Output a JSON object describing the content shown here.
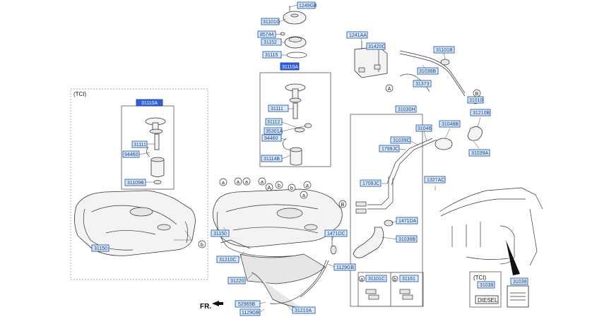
{
  "labels": {
    "l1249GB": "1249GB",
    "l31101G": "31101G",
    "l85744": "85744",
    "l31152": "31152",
    "l31115": "31115",
    "l31110A": "31110A",
    "l31111a": "31111",
    "l31112": "31112",
    "l35301A": "35301A",
    "l94460a": "94460",
    "l31114B": "31114B",
    "l31110A_tci": "31110A",
    "l31111b": "31111",
    "l94460b": "94460",
    "l31109B": "31109B",
    "l31150a": "31150",
    "l31150b": "31150",
    "l31210C": "31210C",
    "l31220": "31220",
    "l52965B": "52965B",
    "l1129GB_a": "1129GB",
    "l31210A": "31210A",
    "l1129GB_b": "1129GB",
    "l1471DC": "1471DC",
    "l1241AA": "1241AA",
    "l31420C": "31420C",
    "l31101B": "31101B",
    "l31038B": "31038B",
    "l31373": "31373",
    "l31010": "31010",
    "l31210B": "31210B",
    "l31039A": "31039A",
    "l31030H": "31030H",
    "l31046": "31046",
    "l31048B": "31048B",
    "l31039C": "31039C",
    "l1799JC": "1799JC",
    "l1709JC": "1709JC",
    "l1327AC": "1327AC",
    "l1471DA": "1471DA",
    "l31036B": "31036B",
    "l31101C": "31101C",
    "l31161": "31161",
    "l31038a": "31038",
    "l31038b": "31038"
  },
  "markers": {
    "a": "a",
    "b": "b",
    "A": "A",
    "B": "B"
  },
  "notes": {
    "tci_left": "(TCI)",
    "tci_bottom": "(TCI)",
    "diesel": "DIESEL",
    "fr": "FR."
  },
  "colors": {
    "label_fill": "#dcebfb",
    "label_border": "#2a5db0",
    "label_selected": "#2f5fe0"
  }
}
